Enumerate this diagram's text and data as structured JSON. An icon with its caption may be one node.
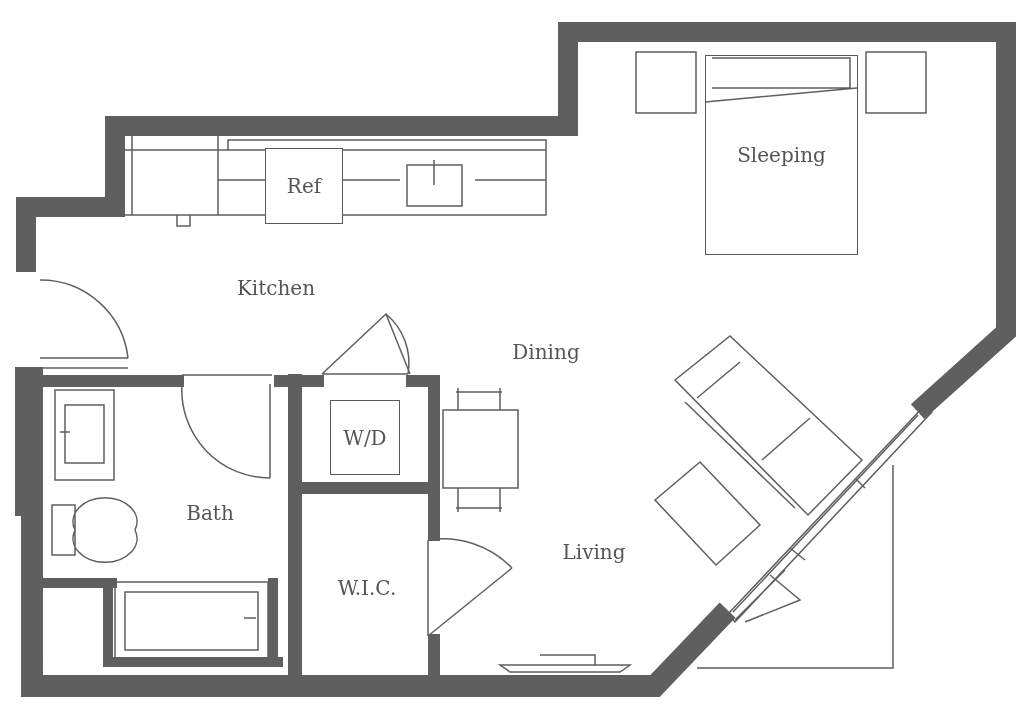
{
  "diagram": {
    "nodes": [
      {
        "text": [
          "Ref"
        ]
      },
      {
        "text": [
          "Sleeping"
        ]
      },
      {
        "text": [
          "W/D"
        ]
      }
    ],
    "labels": [
      "Kitchen",
      "Dining",
      "Bath",
      "Living",
      "W.I.C."
    ]
  }
}
